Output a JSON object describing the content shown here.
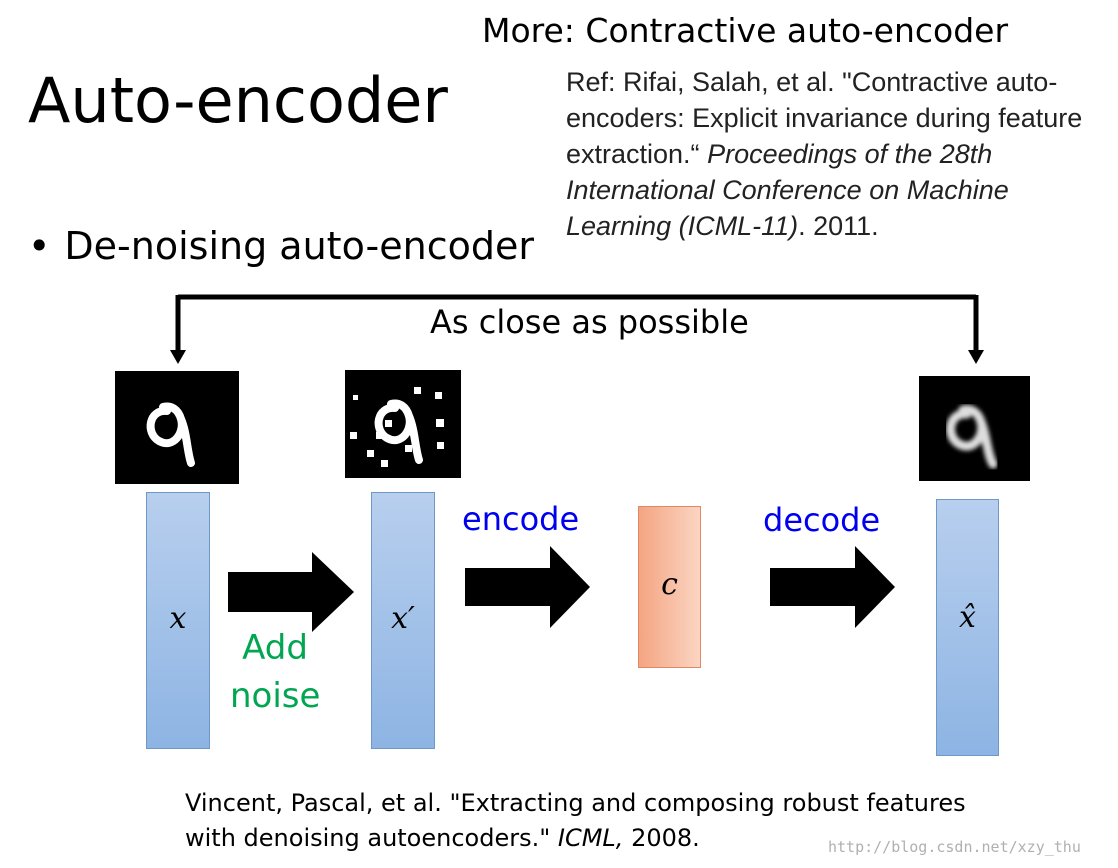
{
  "title": "Auto-encoder",
  "more_heading": "More: Contractive auto-encoder",
  "reference": {
    "prefix": "Ref: Rifai, Salah, et al. \"Contractive auto-encoders: Explicit invariance during feature extraction.“ ",
    "venue": "Proceedings of the 28th International Conference on Machine Learning (ICML-11)",
    "suffix": ". 2011."
  },
  "bullet": "De-noising auto-encoder",
  "feedback_label": "As close as possible",
  "nodes": {
    "input": "x",
    "noisy": "x′",
    "code": "c",
    "output": "x̂"
  },
  "labels": {
    "add_noise_line1": "Add",
    "add_noise_line2": "noise",
    "encode": "encode",
    "decode": "decode"
  },
  "footer": {
    "prefix": "Vincent, Pascal, et al. \"Extracting and composing robust features",
    "line2_prefix": "with denoising autoencoders.\" ",
    "venue": "ICML,",
    "suffix": " 2008."
  },
  "watermark": "http://blog.csdn.net/xzy_thu",
  "colors": {
    "bar": "#8db4e3",
    "code_box": "#f4a582",
    "encode_decode": "#0000ee",
    "add_noise": "#00a651"
  }
}
